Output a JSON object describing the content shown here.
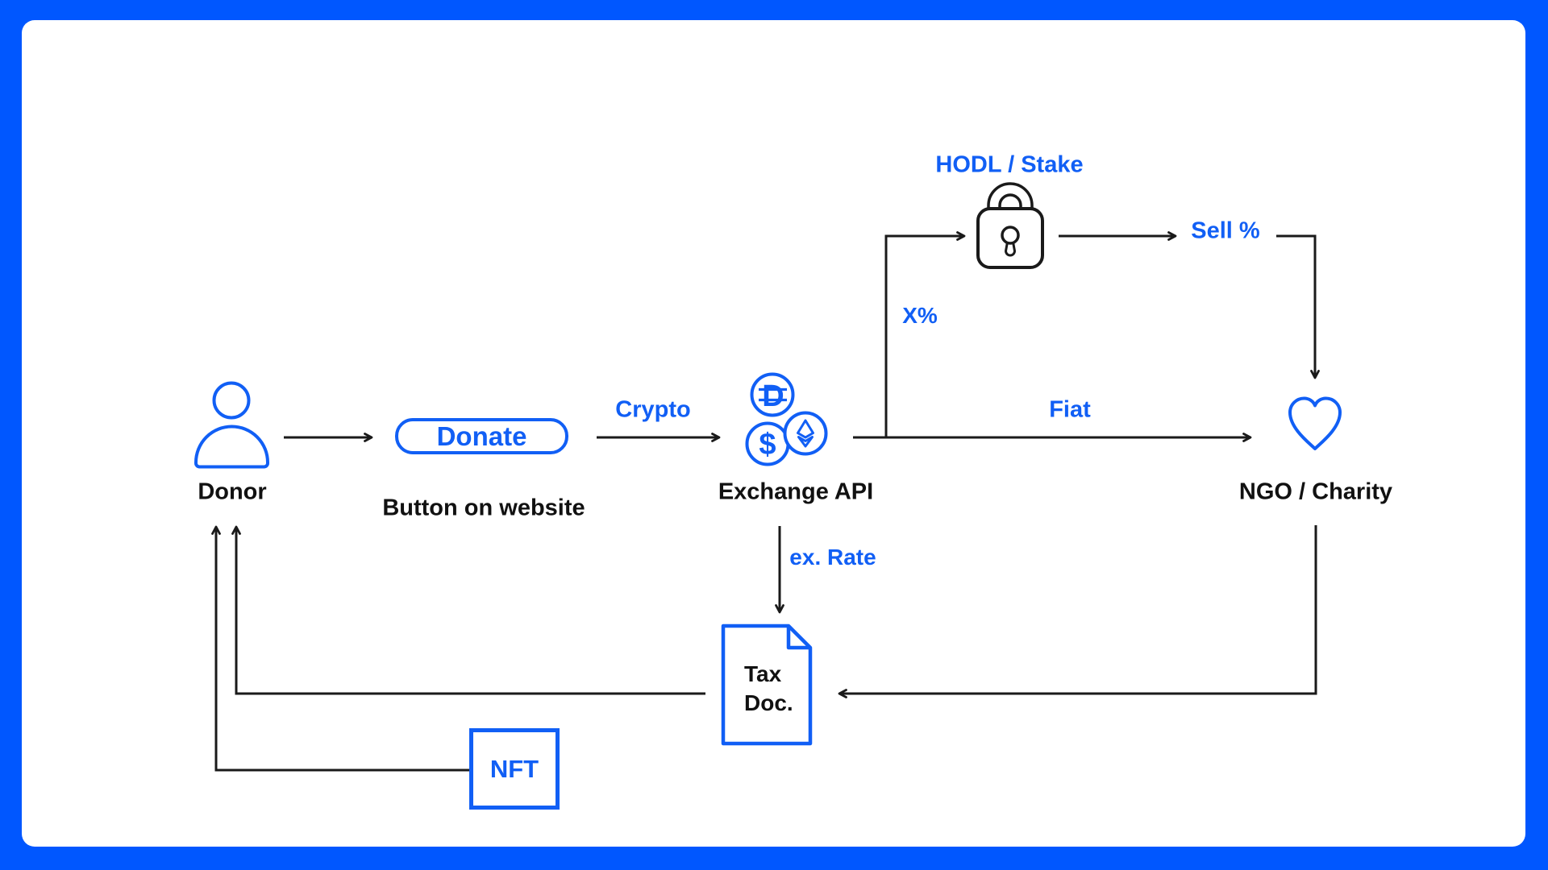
{
  "colors": {
    "frame_blue": "#0057ff",
    "diagram_blue": "#115ff5",
    "line_black": "#1a1a1a",
    "text_black": "#111111",
    "canvas_white": "#ffffff"
  },
  "nodes": {
    "donor": {
      "label": "Donor"
    },
    "donate_button": {
      "label": "Donate",
      "caption": "Button on website"
    },
    "exchange": {
      "label": "Exchange API",
      "dai_glyph": "D",
      "dollar_glyph": "$"
    },
    "hodl": {
      "label": "HODL / Stake"
    },
    "ngo": {
      "label": "NGO / Charity"
    },
    "tax_doc": {
      "line1": "Tax",
      "line2": "Doc."
    },
    "nft": {
      "label": "NFT"
    }
  },
  "edge_labels": {
    "crypto": "Crypto",
    "x_percent": "X%",
    "sell_percent": "Sell %",
    "fiat": "Fiat",
    "ex_rate": "ex. Rate"
  }
}
